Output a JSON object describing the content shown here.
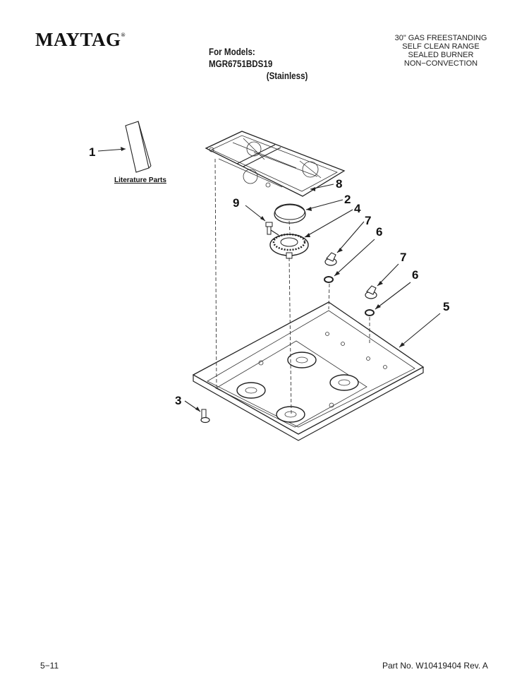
{
  "header": {
    "brand": "MAYTAG",
    "brand_mark": "®",
    "models_line": "For Models: MGR6751BDS19",
    "finish_line": "(Stainless)",
    "description": [
      "30\" GAS FREESTANDING",
      "SELF CLEAN RANGE",
      "SEALED BURNER",
      "NON−CONVECTION"
    ]
  },
  "diagram": {
    "literature_label": "Literature Parts",
    "callouts": {
      "c1": "1",
      "c2": "2",
      "c3": "3",
      "c4": "4",
      "c5": "5",
      "c6a": "6",
      "c6b": "6",
      "c7a": "7",
      "c7b": "7",
      "c8": "8",
      "c9": "9"
    }
  },
  "footer": {
    "page": "5−11",
    "part_number": "Part No. W10419404 Rev. A"
  }
}
